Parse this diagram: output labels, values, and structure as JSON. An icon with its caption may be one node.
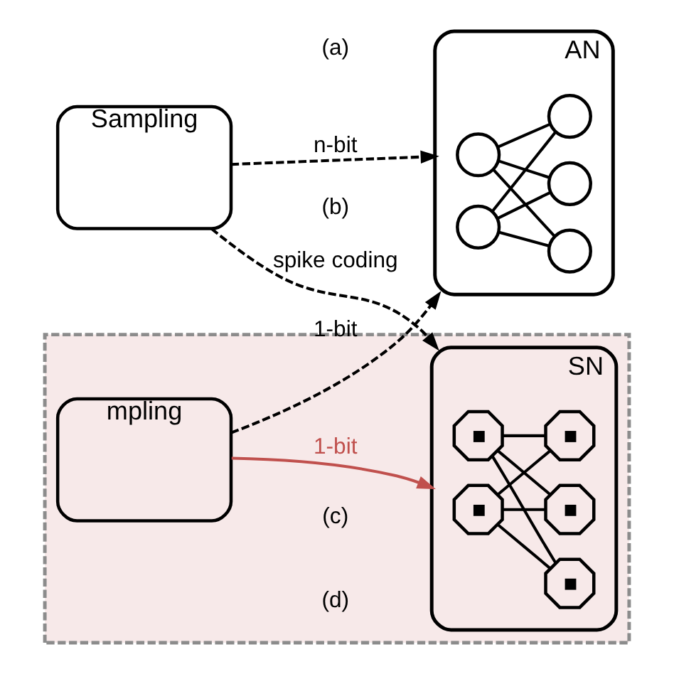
{
  "diagram": {
    "nodes": [
      {
        "text": [
          "Sampling"
        ]
      },
      {
        "text": [
          "AN"
        ]
      },
      {
        "text": [],
        "shape": "circle",
        "in": 1
      },
      {
        "text": [],
        "shape": "circle",
        "in": 1
      },
      {
        "text": [],
        "shape": "circle",
        "in": 1
      },
      {
        "text": [],
        "shape": "circle",
        "in": 1
      },
      {
        "text": [],
        "shape": "circle",
        "in": 1
      },
      {
        "text": [],
        "shape": "band"
      },
      {
        "text": [
          "mpling"
        ],
        "in": 7
      },
      {
        "text": [
          "SN"
        ],
        "in": 7
      },
      {
        "text": [],
        "shape": "picture",
        "in": 9
      },
      {
        "text": [],
        "shape": "picture",
        "in": 9
      },
      {
        "text": [],
        "shape": "picture",
        "in": 9
      },
      {
        "text": [],
        "shape": "picture",
        "in": 9
      },
      {
        "text": [],
        "shape": "picture",
        "in": 9
      }
    ],
    "edges": [
      {
        "from": 0,
        "to": 1,
        "arrow": "to",
        "label": "n-bit",
        "style": "dashed"
      },
      {
        "from": 0,
        "to": 9,
        "arrow": "to",
        "label": "spike coding",
        "style": "dashed"
      },
      {
        "from": 8,
        "to": 1,
        "arrow": "to",
        "label": "1-bit",
        "style": "dashed"
      },
      {
        "from": 8,
        "to": 9,
        "arrow": "to",
        "label": "1-bit",
        "color": "#c0504d"
      },
      {
        "from": 2,
        "to": 4,
        "arrow": "none"
      },
      {
        "from": 2,
        "to": 5,
        "arrow": "none"
      },
      {
        "from": 2,
        "to": 6,
        "arrow": "none"
      },
      {
        "from": 3,
        "to": 4,
        "arrow": "none"
      },
      {
        "from": 3,
        "to": 5,
        "arrow": "none"
      },
      {
        "from": 3,
        "to": 6,
        "arrow": "none"
      },
      {
        "from": 10,
        "to": 12,
        "arrow": "none"
      },
      {
        "from": 10,
        "to": 13,
        "arrow": "none"
      },
      {
        "from": 10,
        "to": 14,
        "arrow": "none"
      },
      {
        "from": 11,
        "to": 12,
        "arrow": "none"
      },
      {
        "from": 11,
        "to": 13,
        "arrow": "none"
      },
      {
        "from": 11,
        "to": 14,
        "arrow": "none"
      }
    ],
    "labels": [
      "(a)",
      "(b)",
      "(c)",
      "(d)"
    ]
  }
}
